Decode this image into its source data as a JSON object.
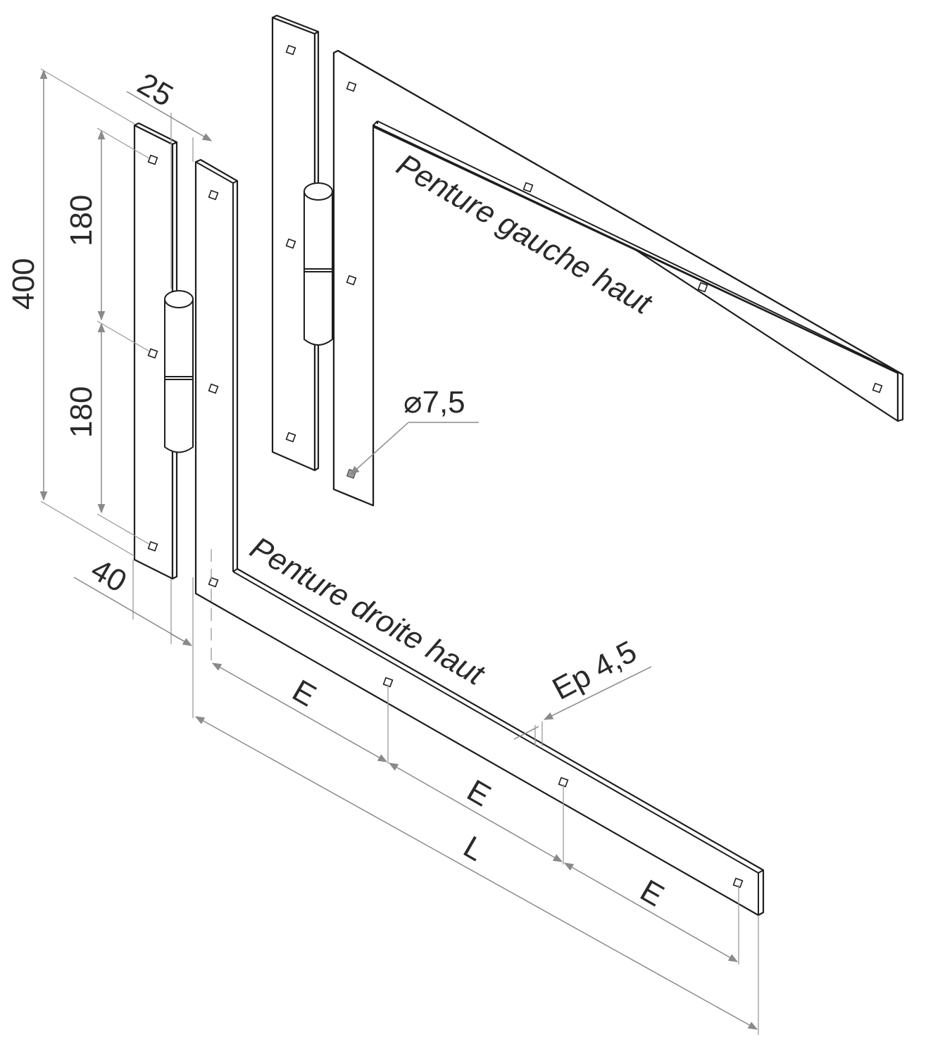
{
  "labels": {
    "left_hinge": "Penture gauche haut",
    "right_hinge": "Penture droite haut"
  },
  "dimensions": {
    "height_total": "400",
    "segment_upper": "180",
    "segment_lower": "180",
    "width_pin_offset": "25",
    "width_plate": "40",
    "hole_diameter": "⌀7,5",
    "thickness": "Ep 4,5",
    "spacing_1": "E",
    "spacing_2": "E",
    "spacing_3": "E",
    "length": "L"
  },
  "colors": {
    "outline": "#1e1e1e",
    "dimension": "#8a8a8a"
  }
}
